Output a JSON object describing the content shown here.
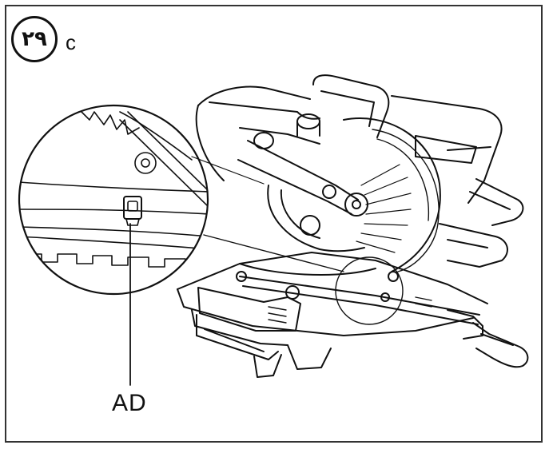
{
  "figure": {
    "number": "٢٩",
    "letter": "c",
    "callout_label": "AD"
  },
  "colors": {
    "line": "#111111",
    "background": "#ffffff",
    "frame": "#333333"
  },
  "icons": [
    "miter-saw-illustration",
    "detail-magnifier-circle",
    "clamp-part-ad"
  ]
}
